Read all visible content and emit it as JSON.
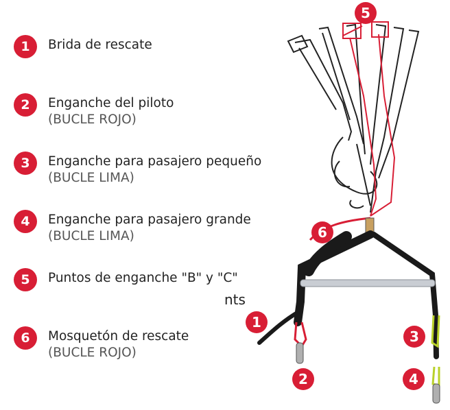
{
  "legend": [
    {
      "number": "1",
      "title": "Brida de rescate",
      "subtitle": ""
    },
    {
      "number": "2",
      "title": "Enganche del piloto",
      "subtitle": "(BUCLE ROJO)"
    },
    {
      "number": "3",
      "title": "Enganche para pasajero pequeño",
      "subtitle": "(BUCLE LIMA)"
    },
    {
      "number": "4",
      "title": "Enganche para pasajero grande",
      "subtitle": "(BUCLE LIMA)"
    },
    {
      "number": "5",
      "title": "Puntos de enganche \"B\" y \"C\"",
      "subtitle": ""
    },
    {
      "number": "6",
      "title": "Mosquetón de rescate",
      "subtitle": "(BUCLE ROJO)"
    }
  ],
  "stray_text": "nts",
  "diagram_labels": [
    "1",
    "2",
    "3",
    "4",
    "5",
    "6"
  ],
  "colors": {
    "badge": "#d81e35",
    "red_loop": "#d81e35",
    "lime_loop": "#b9d12a",
    "webbing": "#1a1a1a",
    "bar": "#c9cdd3"
  }
}
